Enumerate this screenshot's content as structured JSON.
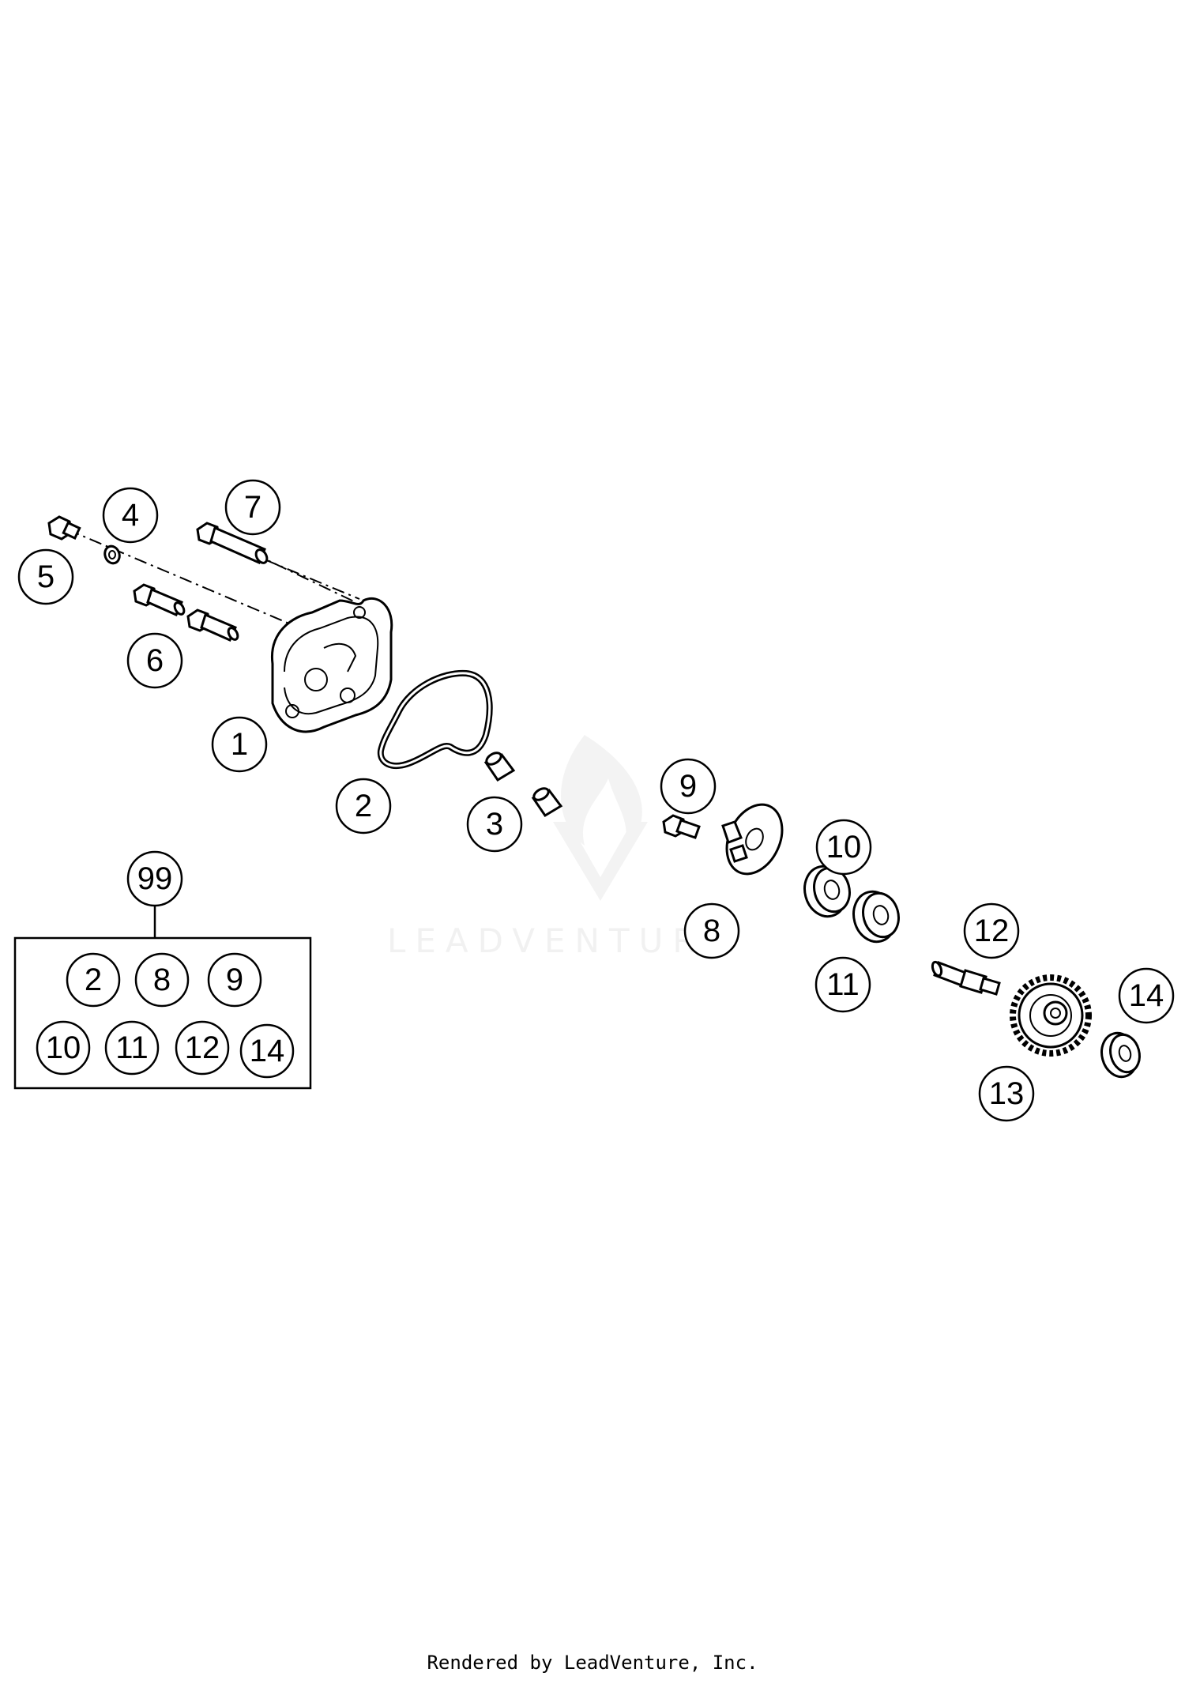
{
  "callouts": {
    "c1": "1",
    "c2": "2",
    "c3": "3",
    "c4": "4",
    "c5": "5",
    "c6": "6",
    "c7": "7",
    "c8": "8",
    "c9": "9",
    "c10": "10",
    "c11": "11",
    "c12": "12",
    "c13": "13",
    "c14": "14",
    "c99": "99"
  },
  "kit": {
    "label": "99",
    "items": [
      "2",
      "8",
      "9",
      "10",
      "11",
      "12",
      "14"
    ]
  },
  "watermark": {
    "text": "LEADVENTURE"
  },
  "footer": {
    "text": "Rendered by LeadVenture, Inc."
  },
  "colors": {
    "line": "#000000",
    "watermark": "#e4e4e4"
  }
}
